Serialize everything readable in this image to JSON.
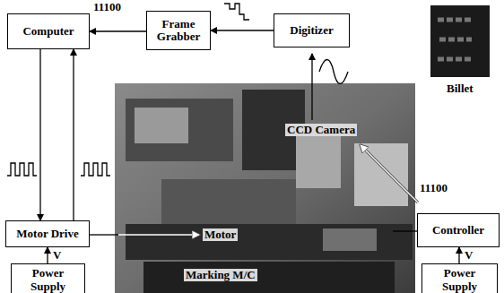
{
  "diagram": {
    "nodes": [
      {
        "text": [
          "Computer"
        ]
      },
      {
        "text": [
          "Frame Grabber"
        ]
      },
      {
        "text": [
          "Digitizer"
        ]
      },
      {
        "text": [
          "Motor Drive"
        ]
      },
      {
        "text": [
          "Power Supply"
        ]
      },
      {
        "text": [
          "Controller"
        ]
      },
      {
        "text": [
          "Power Supply"
        ]
      }
    ],
    "edges": [
      {
        "from": 1,
        "to": 0,
        "arrow": "to"
      },
      {
        "from": 2,
        "to": 1,
        "arrow": "to"
      },
      {
        "from": 0,
        "to": 3,
        "arrow": "to"
      },
      {
        "from": 3,
        "to": 0,
        "arrow": "to"
      },
      {
        "from": 4,
        "to": 3,
        "arrow": "to",
        "label": "V"
      },
      {
        "from": 6,
        "to": 5,
        "arrow": "to",
        "label": "V"
      }
    ],
    "labels": [
      "11100",
      "Billet",
      "CCD Camera",
      "11100",
      "Motor",
      "Marking M/C"
    ]
  }
}
